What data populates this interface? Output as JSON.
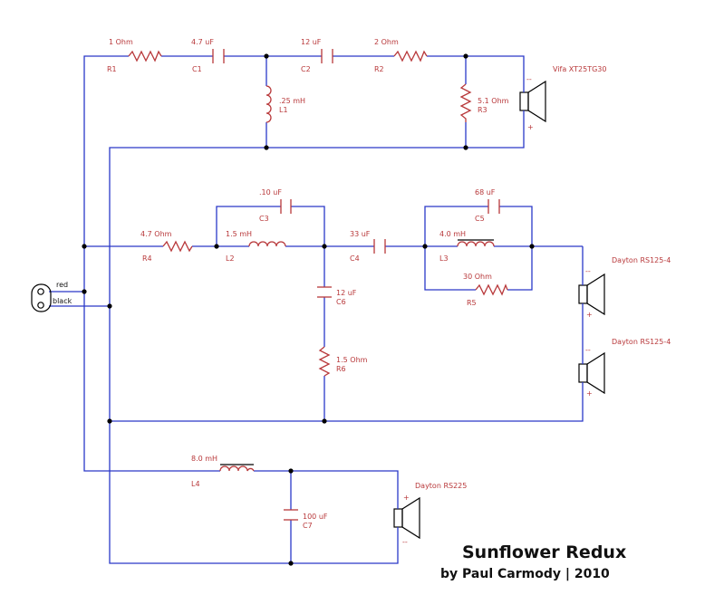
{
  "title": "Sunflower Redux",
  "byline": "by Paul Carmody | 2010",
  "terminals": {
    "positive": "red",
    "negative": "black"
  },
  "components": {
    "R1": {
      "ref": "R1",
      "value": "1 Ohm"
    },
    "C1": {
      "ref": "C1",
      "value": "4.7 uF"
    },
    "C2": {
      "ref": "C2",
      "value": "12 uF"
    },
    "R2": {
      "ref": "R2",
      "value": "2 Ohm"
    },
    "L1": {
      "ref": "L1",
      "value": ".25 mH"
    },
    "R3": {
      "ref": "R3",
      "value": "5.1 Ohm"
    },
    "R4": {
      "ref": "R4",
      "value": "4.7 Ohm"
    },
    "L2": {
      "ref": "L2",
      "value": "1.5 mH"
    },
    "C3": {
      "ref": "C3",
      "value": ".10 uF"
    },
    "C4": {
      "ref": "C4",
      "value": "33 uF"
    },
    "C5": {
      "ref": "C5",
      "value": "68 uF"
    },
    "L3": {
      "ref": "L3",
      "value": "4.0 mH"
    },
    "R5": {
      "ref": "R5",
      "value": "30 Ohm"
    },
    "C6": {
      "ref": "C6",
      "value": "12 uF"
    },
    "R6": {
      "ref": "R6",
      "value": "1.5 Ohm"
    },
    "L4": {
      "ref": "L4",
      "value": "8.0 mH"
    },
    "C7": {
      "ref": "C7",
      "value": "100 uF"
    }
  },
  "speakers": {
    "tweeter": "Vifa XT25TG30",
    "mid1": "Dayton RS125-4",
    "mid2": "Dayton RS125-4",
    "woofer": "Dayton RS225"
  },
  "polarity": {
    "plus": "+",
    "minus": "--"
  },
  "colors": {
    "wire": "#2a38c8",
    "component": "#b8383a",
    "text": "#b8383a"
  }
}
